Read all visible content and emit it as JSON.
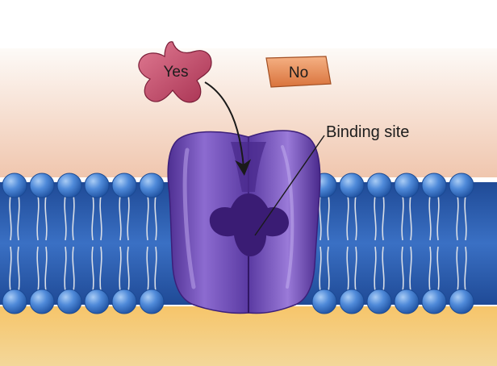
{
  "labels": {
    "yes": "Yes",
    "no": "No",
    "binding_site": "Binding site"
  },
  "colors": {
    "extracellular_top": "#fdfaf7",
    "extracellular_bottom": "#f0c8b0",
    "cytoplasm": "#f0b44c",
    "membrane_core": "#2e5fb0",
    "phospholipid_head": "#4a86d8",
    "protein": "#6b48b0",
    "protein_dark": "#3c1f7a",
    "yes_molecule": "#c04866",
    "no_molecule": "#e88b55"
  },
  "icons": {
    "yes_molecule": "four-point-star-molecule",
    "no_molecule": "rectangular-block-molecule",
    "arrow": "curved-arrow-icon"
  }
}
